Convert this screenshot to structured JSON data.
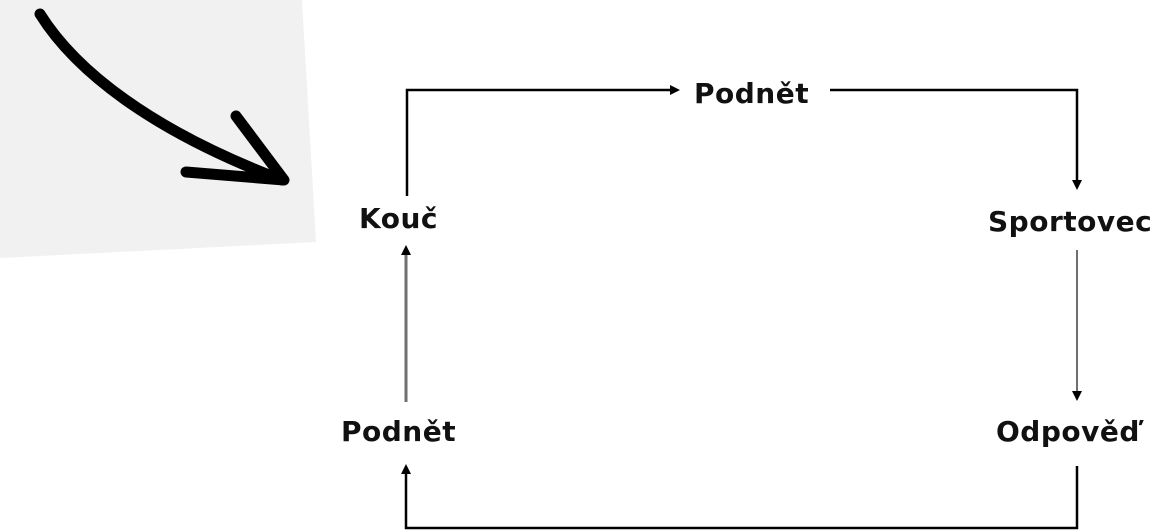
{
  "nodes": {
    "stimulus_top": "Podnět",
    "coach": "Kouč",
    "athlete": "Sportovec",
    "response": "Odpověď",
    "stimulus_bottom": "Podnět"
  },
  "colors": {
    "text": "#111111",
    "connector_dark": "#000000",
    "connector_gray": "#6f6f6f",
    "pointer_arrow": "#000000",
    "pointer_paper": "#f1f1f1"
  },
  "icons": {
    "pointer": "hand-drawn-arrow-icon"
  }
}
